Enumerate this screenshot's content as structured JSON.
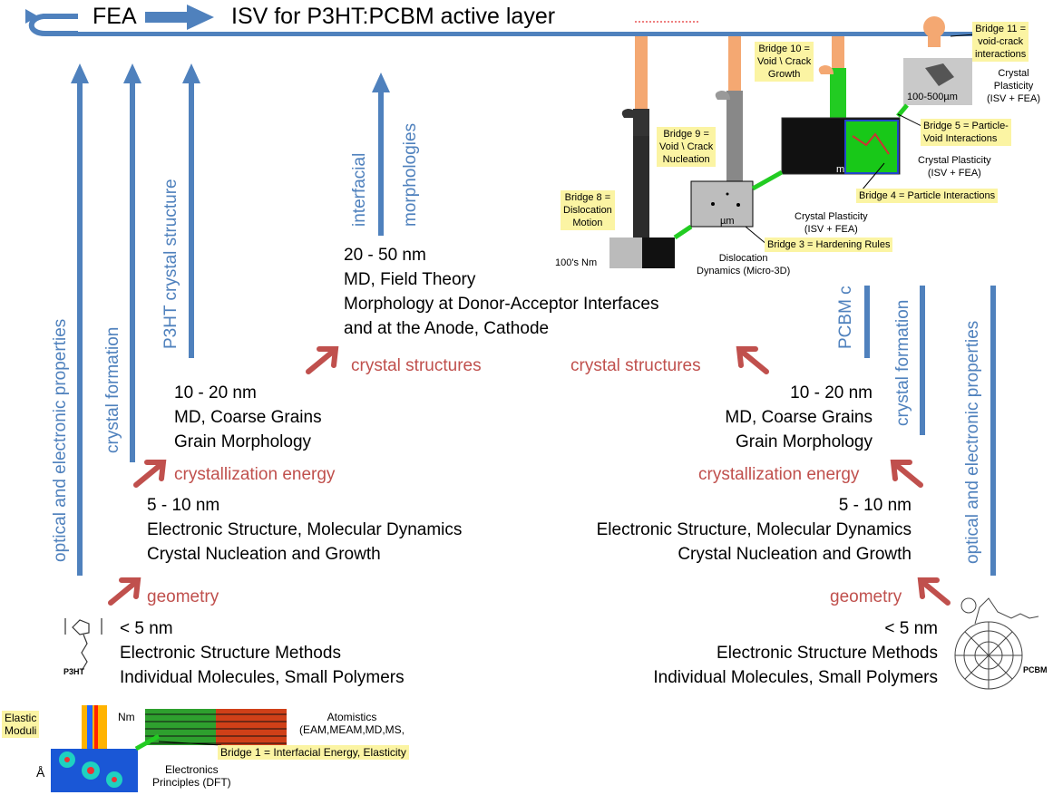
{
  "header": {
    "fea": "FEA",
    "title": "ISV for P3HT:PCBM active layer"
  },
  "left": {
    "l1": {
      "size": "< 5 nm",
      "method": "Electronic Structure Methods",
      "scope": "Individual Molecules, Small Polymers"
    },
    "l2": {
      "size": "5 - 10 nm",
      "method": "Electronic Structure, Molecular Dynamics",
      "scope": "Crystal Nucleation and Growth"
    },
    "l3": {
      "size": "10 - 20 nm",
      "method": "MD, Coarse Grains",
      "scope": "Grain Morphology"
    },
    "molecule_label": "P3HT",
    "vertical": [
      "optical and electronic properties",
      "crystal formation",
      "P3HT crystal structure"
    ],
    "transitions": [
      "geometry",
      "crystallization energy",
      "crystal structures"
    ]
  },
  "center": {
    "size": "20 - 50 nm",
    "method": "MD, Field Theory",
    "line1": "Morphology at Donor-Acceptor Interfaces",
    "line2": "and at the Anode, Cathode",
    "vertical": [
      "interfacial",
      "morphologies"
    ]
  },
  "right": {
    "l1": {
      "size": "< 5 nm",
      "method": "Electronic Structure Methods",
      "scope": "Individual Molecules, Small Polymers"
    },
    "l2": {
      "size": "5 - 10 nm",
      "method": "Electronic Structure, Molecular Dynamics",
      "scope": "Crystal Nucleation and Growth"
    },
    "l3": {
      "size": "10 - 20 nm",
      "method": "MD, Coarse Grains",
      "scope": "Grain Morphology"
    },
    "molecule_label": "PCBM",
    "vertical": [
      "PCBM c",
      "crystal formation",
      "optical and electronic properties"
    ],
    "transitions": [
      "geometry",
      "crystallization energy",
      "crystal structures"
    ]
  },
  "multiscale": {
    "elastic_moduli": "Elastic\nModuli",
    "nm": "Nm",
    "angstrom": "Å",
    "atomistics": "Atomistics\n(EAM,MEAM,MD,MS,",
    "bridge1": "Bridge 1 = Interfacial Energy, Elasticity",
    "electronics": "Electronics\nPrinciples (DFT)",
    "nm100": "100's Nm",
    "bridge8": "Bridge 8 =\nDislocation\nMotion",
    "bridge9": "Bridge 9 =\nVoid \\ Crack\nNucleation",
    "bridge10": "Bridge 10 =\nVoid \\ Crack\nGrowth",
    "bridge11": "Bridge 11 =\nvoid-crack\ninteractions",
    "dislocation": "Dislocation\nDynamics (Micro-3D)",
    "bridge3": "Bridge 3 = Hardening Rules",
    "cp1": "Crystal Plasticity\n(ISV + FEA)",
    "um": "µm",
    "bridge4": "Bridge 4 = Particle Interactions",
    "cp2": "Crystal Plasticity\n(ISV + FEA)",
    "bridge5": "Bridge 5 = Particle-\nVoid Interactions",
    "cp3": "Crystal\nPlasticity\n(ISV + FEA)",
    "scale500": "100-500µm",
    "m_label": "m"
  },
  "colors": {
    "blue": "#4f81bd",
    "red": "#c0504d",
    "bridge_bg": "#fbf4a3",
    "green": "#22cc22",
    "orange": "#f4a872"
  }
}
